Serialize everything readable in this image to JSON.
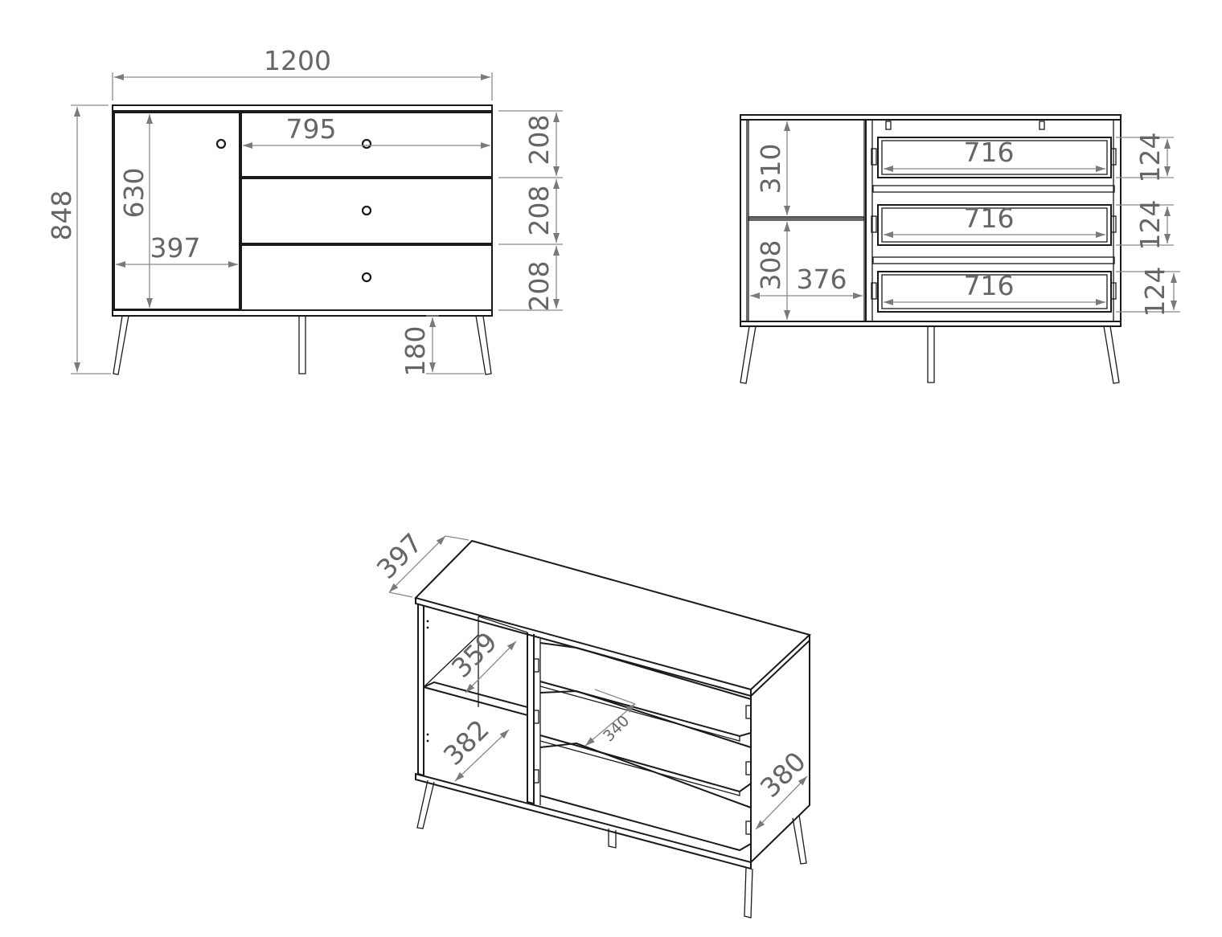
{
  "front_view": {
    "overall_width": "1200",
    "overall_height": "848",
    "door_height": "630",
    "door_width": "397",
    "drawer_width": "795",
    "drawer_heights": [
      "208",
      "208",
      "208"
    ],
    "leg_height": "180"
  },
  "open_view": {
    "upper_compartment_height": "310",
    "lower_compartment_height": "308",
    "compartment_width": "376",
    "drawer_inner_width": [
      "716",
      "716",
      "716"
    ],
    "drawer_inner_height": [
      "124",
      "124",
      "124"
    ]
  },
  "perspective_view": {
    "top_depth": "397",
    "upper_shelf_depth": "359",
    "lower_shelf_depth": "382",
    "drawer_depth": "340",
    "side_depth": "380"
  }
}
